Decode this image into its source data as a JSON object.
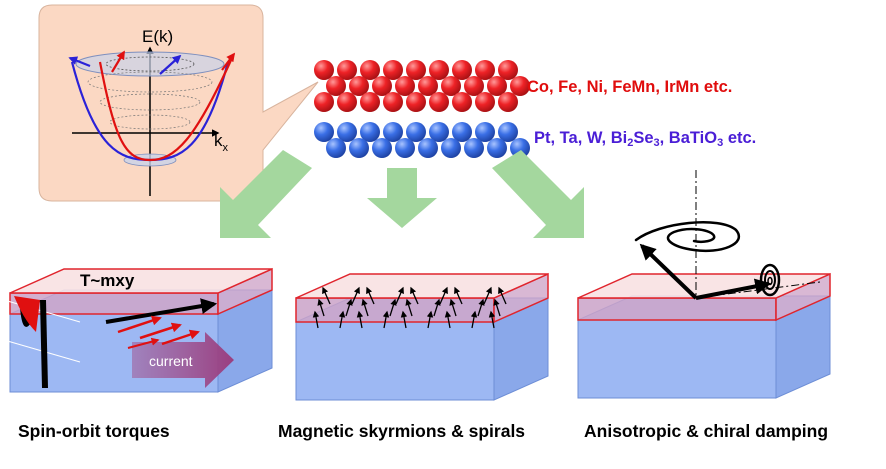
{
  "inset": {
    "energy_axis_label": "E(k)",
    "kx_axis_main": "k",
    "kx_axis_sub": "x"
  },
  "materials": {
    "ferromagnets": "Co, Fe, Ni, FeMn, IrMn etc.",
    "ferromagnets_color": "#e00d0d",
    "heavy_metals_parts": [
      "Pt, Ta, W, Bi",
      "2",
      "Se",
      "3",
      ", BaTiO",
      "3",
      " etc."
    ],
    "heavy_metals_color": "#4a1ed6"
  },
  "panels": {
    "sot": {
      "caption": "Spin-orbit torques",
      "torque_label": "T~mxy",
      "current_label": "current"
    },
    "skyrmion": {
      "caption": "Magnetic skyrmions & spirals"
    },
    "damping": {
      "caption": "Anisotropic & chiral damping"
    }
  },
  "colors": {
    "red_atom": "#e8161b",
    "blue_atom": "#2f64e0",
    "arrow_green": "#a4d79e",
    "bubble_fill": "#fbd8c3",
    "slab_blue": "#9db8f3",
    "slab_red_edge": "#e0252d"
  }
}
